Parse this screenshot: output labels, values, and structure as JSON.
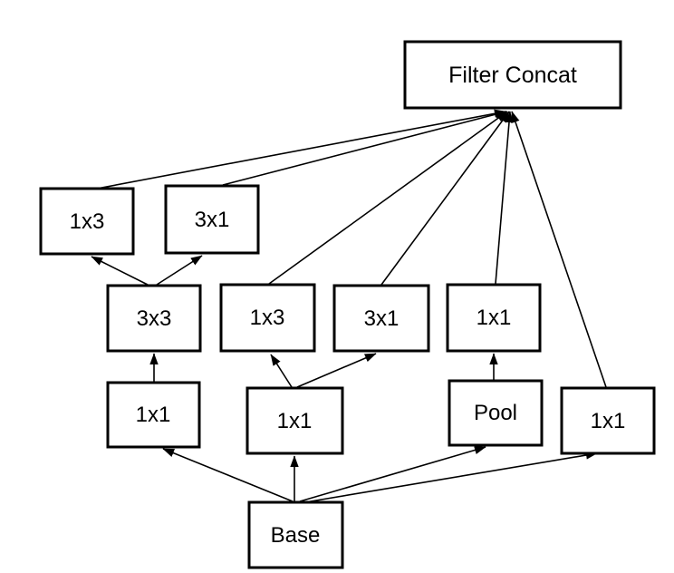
{
  "diagram": {
    "type": "network-architecture-graph",
    "background_color": "#ffffff",
    "box_fill_color": "#ffffff",
    "box_border_color": "#000000",
    "edge_color": "#000000",
    "text_color": "#000000",
    "nodes": [
      {
        "id": "filter-concat",
        "label": "Filter Concat"
      },
      {
        "id": "conv-1x3-upper",
        "label": "1x3"
      },
      {
        "id": "conv-3x1-upper",
        "label": "3x1"
      },
      {
        "id": "conv-3x3",
        "label": "3x3"
      },
      {
        "id": "conv-1x3-lower",
        "label": "1x3"
      },
      {
        "id": "conv-3x1-lower",
        "label": "3x1"
      },
      {
        "id": "conv-1x1-above-pool",
        "label": "1x1"
      },
      {
        "id": "conv-1x1-left",
        "label": "1x1"
      },
      {
        "id": "conv-1x1-center",
        "label": "1x1"
      },
      {
        "id": "pool",
        "label": "Pool"
      },
      {
        "id": "conv-1x1-right",
        "label": "1x1"
      },
      {
        "id": "base",
        "label": "Base"
      }
    ],
    "edges": [
      {
        "from": "base",
        "to": "conv-1x1-left"
      },
      {
        "from": "base",
        "to": "conv-1x1-center"
      },
      {
        "from": "base",
        "to": "pool"
      },
      {
        "from": "base",
        "to": "conv-1x1-right"
      },
      {
        "from": "conv-1x1-left",
        "to": "conv-3x3"
      },
      {
        "from": "conv-1x1-center",
        "to": "conv-1x3-lower"
      },
      {
        "from": "conv-1x1-center",
        "to": "conv-3x1-lower"
      },
      {
        "from": "pool",
        "to": "conv-1x1-above-pool"
      },
      {
        "from": "conv-3x3",
        "to": "conv-1x3-upper"
      },
      {
        "from": "conv-3x3",
        "to": "conv-3x1-upper"
      },
      {
        "from": "conv-1x3-upper",
        "to": "filter-concat"
      },
      {
        "from": "conv-3x1-upper",
        "to": "filter-concat"
      },
      {
        "from": "conv-1x3-lower",
        "to": "filter-concat"
      },
      {
        "from": "conv-3x1-lower",
        "to": "filter-concat"
      },
      {
        "from": "conv-1x1-above-pool",
        "to": "filter-concat"
      },
      {
        "from": "conv-1x1-right",
        "to": "filter-concat"
      }
    ]
  }
}
